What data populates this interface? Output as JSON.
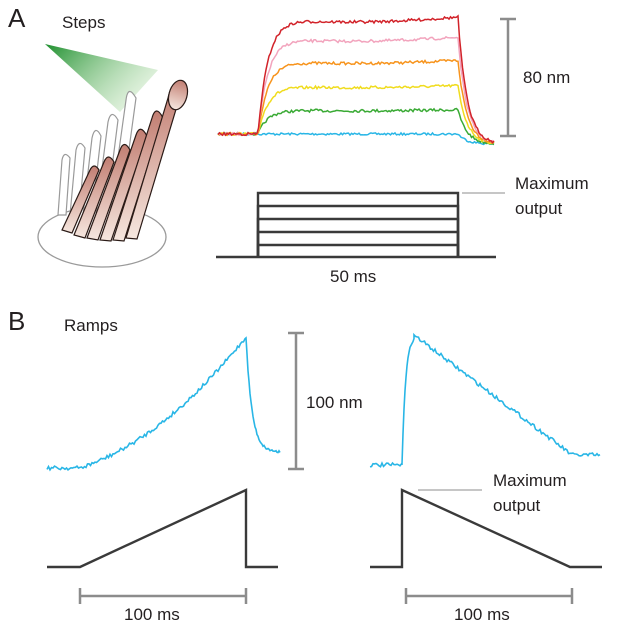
{
  "panel_a": {
    "letter": "A",
    "title": "Steps",
    "scale_bar_label": "80 nm",
    "time_label": "50 ms",
    "max_output_label_line1": "Maximum",
    "max_output_label_line2": "output",
    "trace_colors": [
      "#29b6e6",
      "#3aaa35",
      "#f0dc1e",
      "#f7941d",
      "#f2a4bd",
      "#d2232a"
    ],
    "stimulus_levels": 5
  },
  "panel_b": {
    "letter": "B",
    "title": "Ramps",
    "scale_bar_label": "100 nm",
    "left_time_label": "100 ms",
    "right_time_label": "100 ms",
    "max_output_label_line1": "Maximum",
    "max_output_label_line2": "output",
    "trace_color": "#29b6e6"
  },
  "colors": {
    "stimulus": "#3a3a3a",
    "scale_bar": "#8c8c8c",
    "bundle_fill_top": "#c98a7e",
    "bundle_fill_bottom": "#f4e3da",
    "probe": "#2f9a3a"
  }
}
